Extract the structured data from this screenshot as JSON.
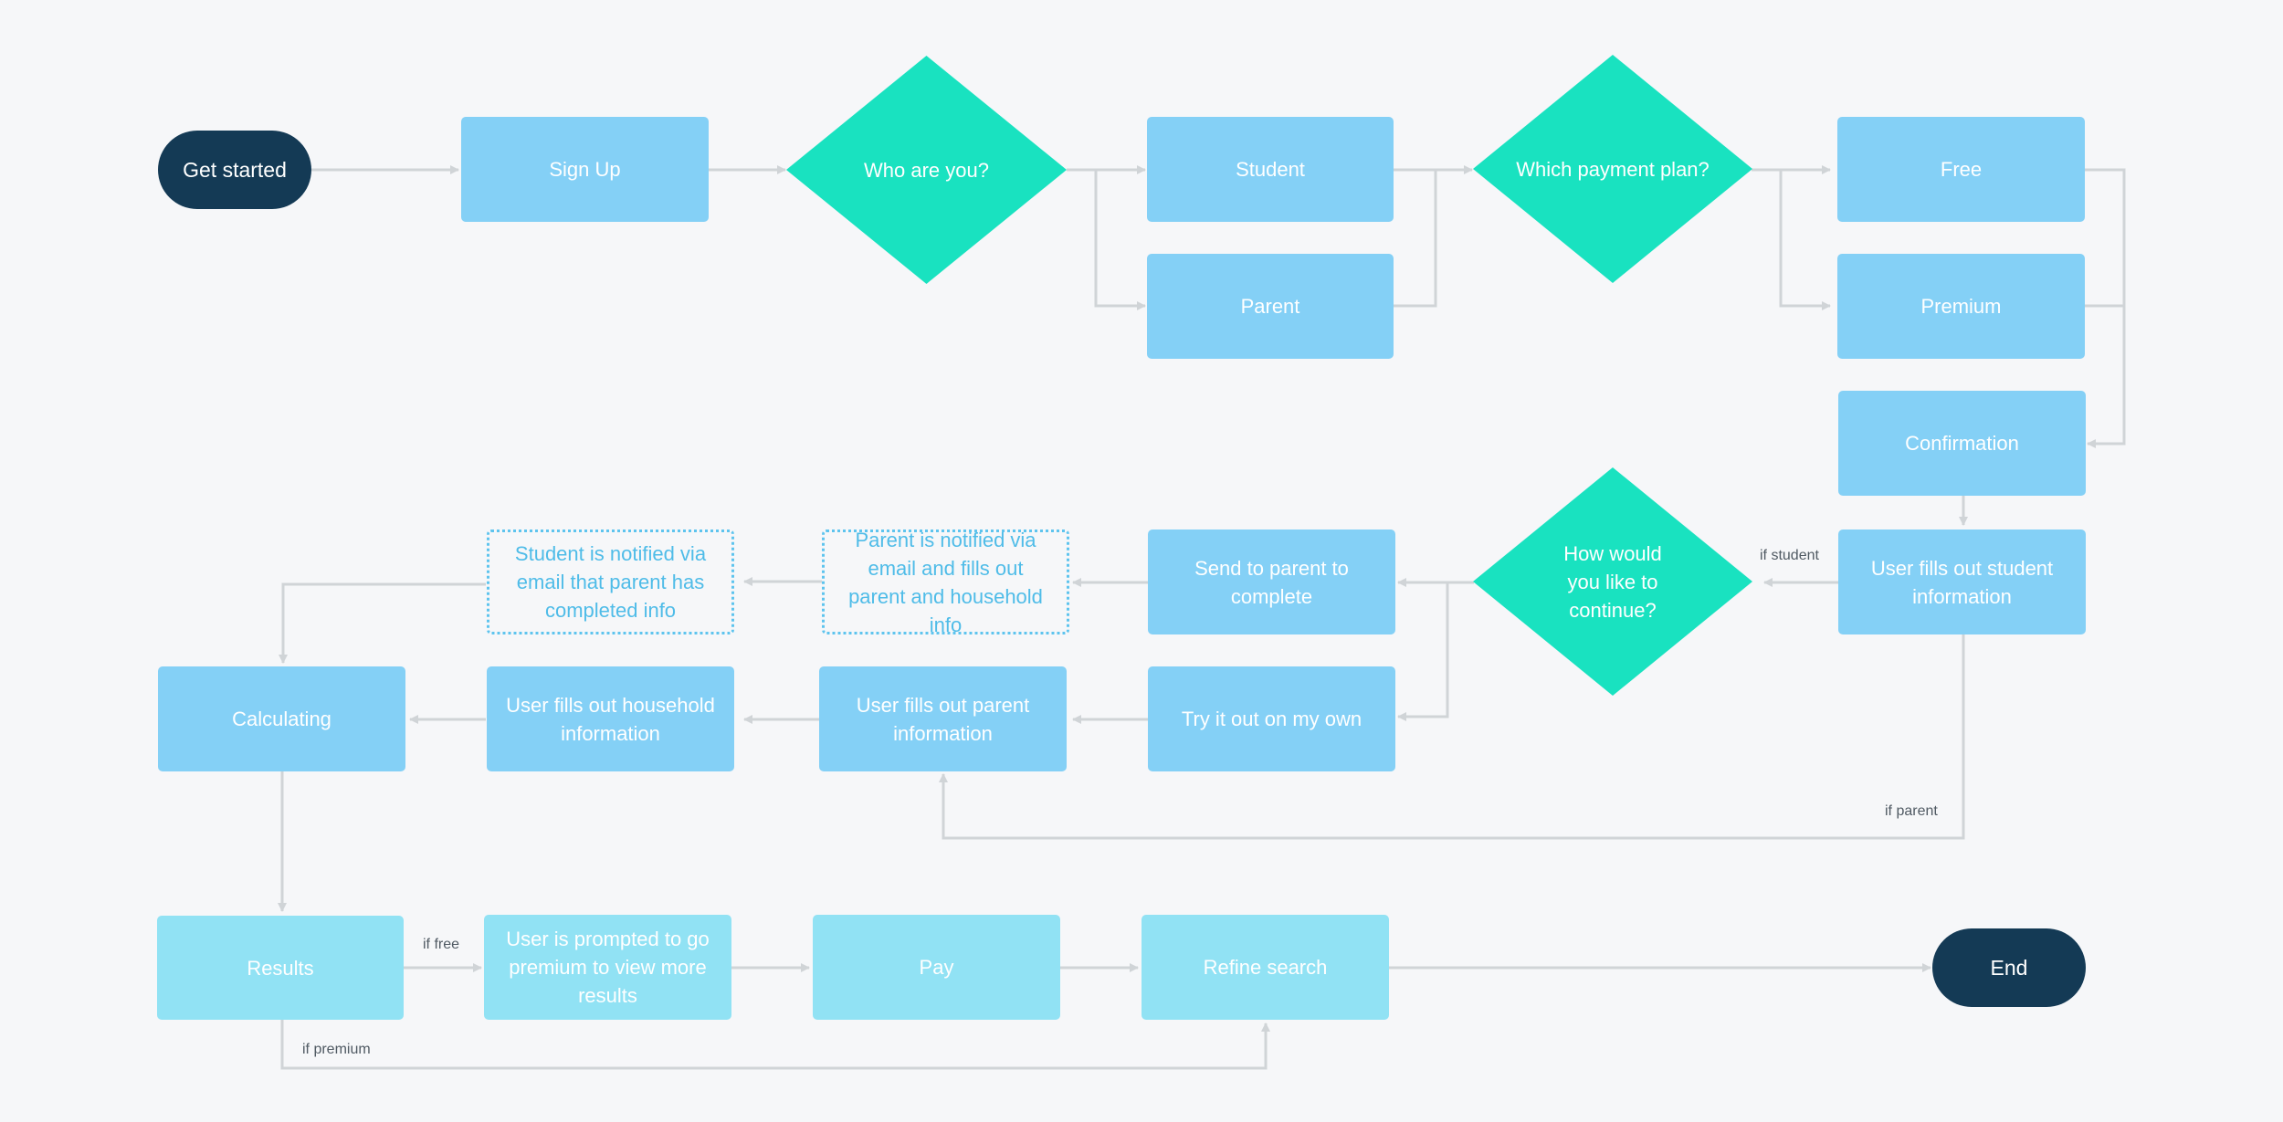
{
  "colors": {
    "background": "#f6f7f9",
    "process": "#84d0f6",
    "process_light": "#91e2f4",
    "decision": "#19e2c0",
    "terminal": "#143a55",
    "dotted_border": "#5ec4ee",
    "connector": "#cfd3d6"
  },
  "nodes": {
    "get_started": "Get started",
    "sign_up": "Sign Up",
    "who_are_you": "Who are you?",
    "student": "Student",
    "parent": "Parent",
    "which_plan": "Which payment plan?",
    "free": "Free",
    "premium": "Premium",
    "confirmation": "Confirmation",
    "student_info": "User fills out student information",
    "how_continue": "How would you like to continue?",
    "send_parent": "Send to parent to complete",
    "try_own": "Try it out on my own",
    "parent_notified": "Parent is notified via email and fills out parent and household info",
    "student_notified": "Student is notified via email that parent has completed info",
    "parent_info": "User fills out parent information",
    "household_info": "User fills out household information",
    "calculating": "Calculating",
    "results": "Results",
    "prompted_premium": "User is prompted to go premium to view more results",
    "pay": "Pay",
    "refine_search": "Refine search",
    "end": "End"
  },
  "edge_labels": {
    "if_student": "if student",
    "if_parent": "if parent",
    "if_free": "if free",
    "if_premium": "if premium"
  }
}
